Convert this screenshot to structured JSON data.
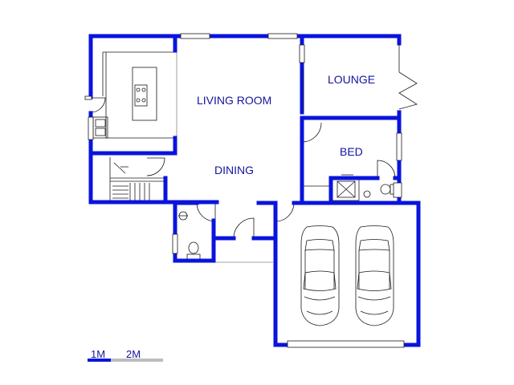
{
  "rooms": {
    "living_room": "LIVING ROOM",
    "lounge": "LOUNGE",
    "bed": "BED",
    "dining": "DINING"
  },
  "scale_bar": {
    "label_1": "1M",
    "label_2": "2M"
  },
  "colors": {
    "wall": "#0a14dc",
    "label": "#1414a0",
    "scale_light": "#bdbdbd"
  }
}
